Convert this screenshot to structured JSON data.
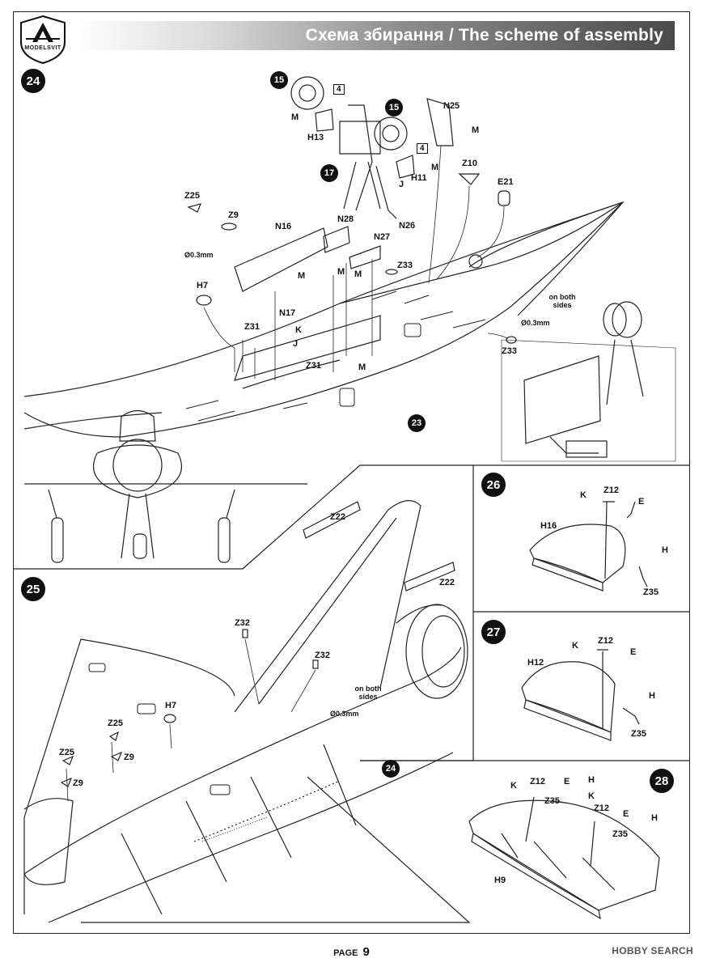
{
  "header": {
    "brand": "MODELSVIT",
    "title": "Схема збирання / The scheme of assembly"
  },
  "steps": {
    "s24": "24",
    "s25": "25",
    "s26": "26",
    "s27": "27",
    "s28": "28"
  },
  "refs": {
    "r15a": "15",
    "r15b": "15",
    "r17": "17",
    "r23": "23",
    "r24": "24",
    "r4a": "4",
    "r4b": "4"
  },
  "step24": {
    "z25": "Z25",
    "z9": "Z9",
    "n16": "N16",
    "wire": "Ø0.3mm",
    "h7": "H7",
    "m1": "M",
    "n17": "N17",
    "k1": "K",
    "j1": "J",
    "z31a": "Z31",
    "z31b": "Z31",
    "m2": "M",
    "n28": "N28",
    "m3": "M",
    "n27": "N27",
    "m4": "M",
    "h13": "H13",
    "m5": "M",
    "h11": "H11",
    "m6": "M",
    "j2": "J",
    "n26": "N26",
    "n25": "N25",
    "m7": "M",
    "z10": "Z10",
    "e21": "E21",
    "z33a": "Z33",
    "z33b": "Z33",
    "both_sides": "on both sides",
    "wire2": "Ø0.3mm"
  },
  "step25": {
    "z22a": "Z22",
    "z22b": "Z22",
    "z32a": "Z32",
    "z32b": "Z32",
    "both_sides": "on both sides",
    "wire": "Ø0.3mm",
    "h7": "H7",
    "z25a": "Z25",
    "z9a": "Z9",
    "z25b": "Z25",
    "z9b": "Z9"
  },
  "step26": {
    "k": "K",
    "z12": "Z12",
    "e": "E",
    "h16": "H16",
    "h": "H",
    "z35": "Z35"
  },
  "step27": {
    "k": "K",
    "z12": "Z12",
    "e": "E",
    "h12": "H12",
    "h": "H",
    "z35": "Z35"
  },
  "step28": {
    "k1": "K",
    "z12a": "Z12",
    "e1": "E",
    "h1": "H",
    "z35a": "Z35",
    "k2": "K",
    "z12b": "Z12",
    "e2": "E",
    "z35b": "Z35",
    "h2": "H",
    "h9": "H9"
  },
  "footer": {
    "page_label": "PAGE",
    "page_number": "9"
  },
  "watermark": "HOBBY SEARCH"
}
